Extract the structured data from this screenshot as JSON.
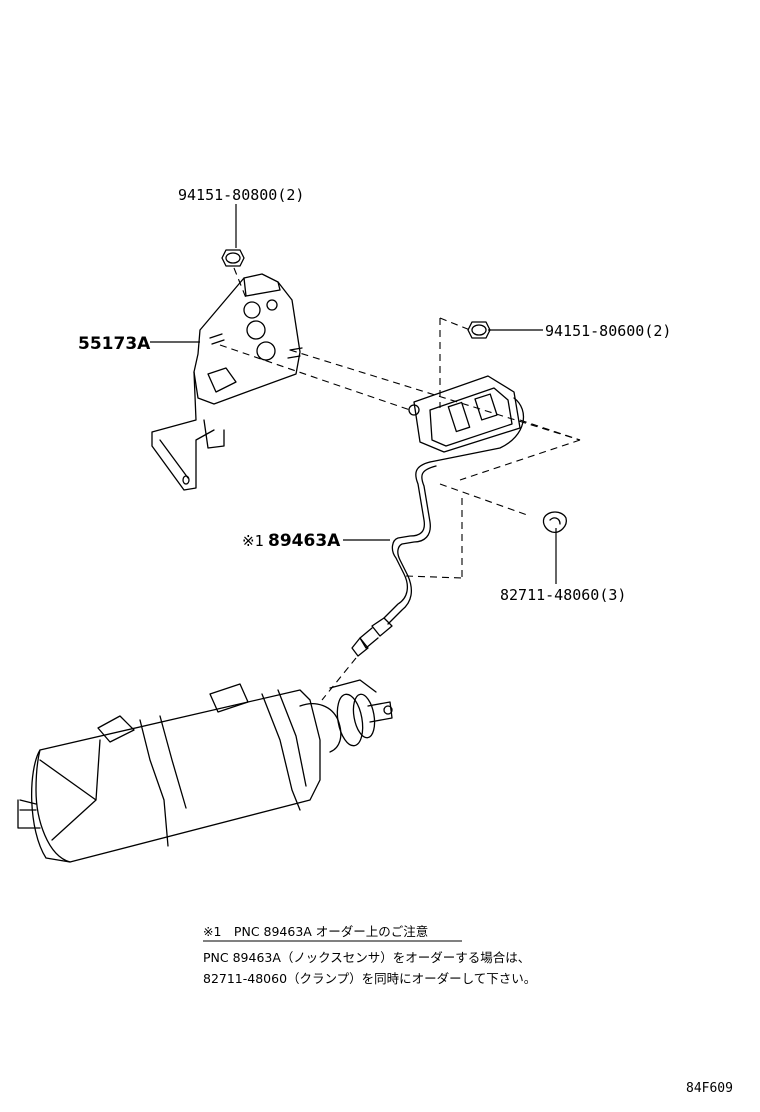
{
  "callouts": {
    "bolt_top": "94151-80800(2)",
    "bracket": "55173A",
    "bolt_right": "94151-80600(2)",
    "sensor": "89463A",
    "sensor_mark": "※1",
    "clamp": "82711-48060(3)"
  },
  "note": {
    "heading": "※1　PNC 89463A オーダー上のご注意",
    "line1": "PNC 89463A（ノックスセンサ）をオーダーする場合は、",
    "line2": "82711-48060（クランプ）を同時にオーダーして下さい。"
  },
  "diagram_code": "84F609"
}
